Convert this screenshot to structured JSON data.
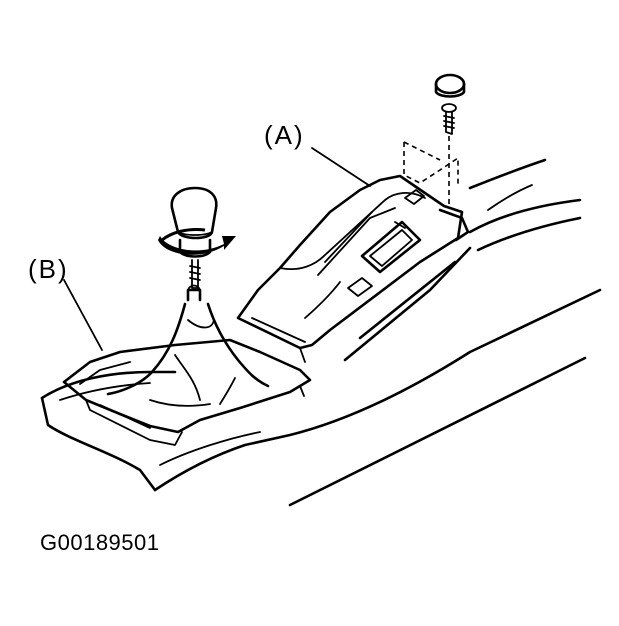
{
  "labels": {
    "a": "(A)",
    "b": "(B)"
  },
  "figure_code": "G00189501"
}
